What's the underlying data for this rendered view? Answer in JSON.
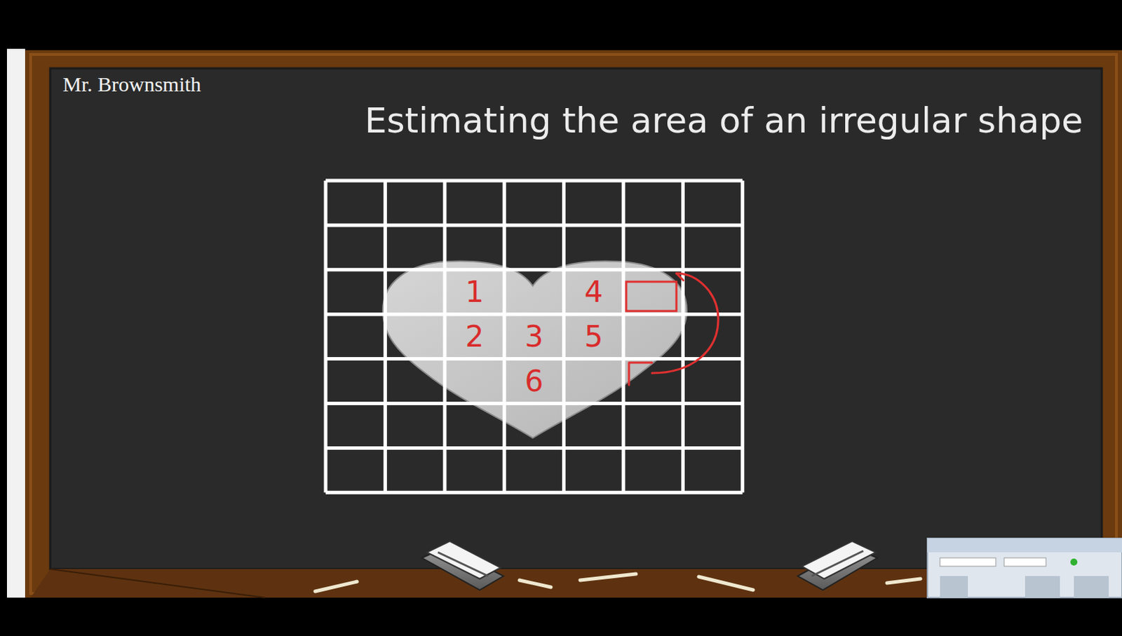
{
  "diagram": {
    "title": "Estimating the area of an irregular shape",
    "labels": [
      "Mr. Brownsmith",
      "1",
      "4",
      "2",
      "3",
      "5",
      "6"
    ]
  }
}
